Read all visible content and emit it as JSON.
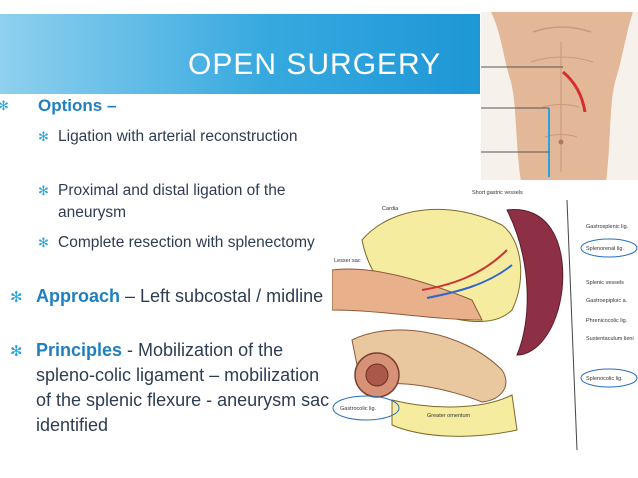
{
  "slide": {
    "title": "OPEN SURGERY",
    "options_heading": "Options –",
    "options": [
      {
        "text": "Ligation with arterial reconstruction"
      },
      {
        "text": "Proximal and distal ligation of the aneurysm"
      },
      {
        "text": "Complete resection with splenectomy"
      }
    ],
    "approach": {
      "label": "Approach",
      "text": " – Left subcostal / midline"
    },
    "principles": {
      "label": "Principles",
      "text": " - Mobilization of the spleno-colic ligament – mobilization of the splenic flexure - aneurysm sac  identified"
    }
  },
  "figure_labels": {
    "short_gastric": "Short gastric vessels",
    "cardia": "Cardia",
    "lesser_sac": "Lesser sac",
    "gastrosplenic": "Gastrosplenic lig.",
    "splenorenal": "Splenorenal lig.",
    "splenic_vessels": "Splenic vessels",
    "gastroepiploic": "Gastroepiploic a.",
    "phrenicocolic": "Phrenicocolic lig.",
    "sustentaculum": "Sustentaculum lieni",
    "splenocolic": "Splenocolic lig.",
    "gastrocolic": "Gastrocolic lig.",
    "greater_omentum": "Greater omentum"
  },
  "colors": {
    "accent": "#1f7fc0",
    "bullet": "#2aa4e0",
    "body_text": "#2e3d52",
    "header_gradient_end": "#1e97d6"
  },
  "icons": {
    "bullet": "asterisk-icon"
  }
}
